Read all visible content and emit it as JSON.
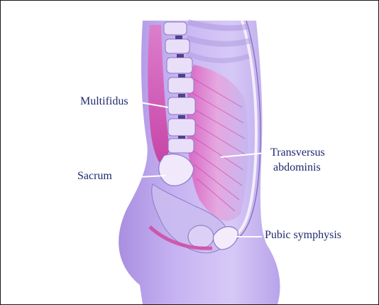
{
  "figure": {
    "labels": {
      "multifidus": "Multifidus",
      "sacrum": "Sacrum",
      "transversus_line1": "Transversus",
      "transversus_line2": "abdominis",
      "pubic_symphysis": "Pubic symphysis"
    },
    "colors": {
      "label_text": "#1f2a6e",
      "leader_line": "#ffffff",
      "body_tone": "#c9b8ee",
      "muscle_tone": "#d64ab8"
    }
  }
}
